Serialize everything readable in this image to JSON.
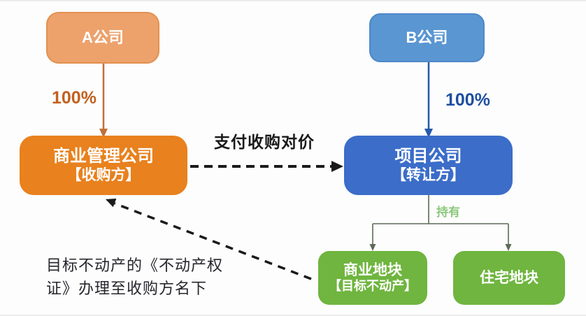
{
  "colors": {
    "company_a_fill": "#EDA26C",
    "company_b_fill": "#5A96D2",
    "management_fill": "#E8811E",
    "project_fill": "#3B6DC9",
    "plot_fill": "#6FB53F",
    "orange_line": "#C0703A",
    "orange_label": "#C2611E",
    "blue_line": "#2458AC",
    "blue_label": "#1F4EA1",
    "dash_line": "#1A1A1A",
    "holding_line": "#5C6B57",
    "holding_label": "#8CC87D",
    "note_text": "#26262E"
  },
  "diagram": {
    "nodes": {
      "company_a": {
        "label": "A公司"
      },
      "company_b": {
        "label": "B公司"
      },
      "management_co": {
        "line1": "商业管理公司",
        "line2": "【收购方】"
      },
      "project_co": {
        "line1": "项目公司",
        "line2": "【转让方】"
      },
      "commercial_plot": {
        "line1": "商业地块",
        "line2": "【目标不动产】"
      },
      "residential_plot": {
        "label": "住宅地块"
      }
    },
    "edges": {
      "a_to_management": "100%",
      "b_to_project": "100%",
      "payment": "支付收购对价",
      "holding": "持有"
    },
    "note": {
      "line1": "目标不动产的《不动产权",
      "line2": "证》办理至收购方名下"
    }
  }
}
